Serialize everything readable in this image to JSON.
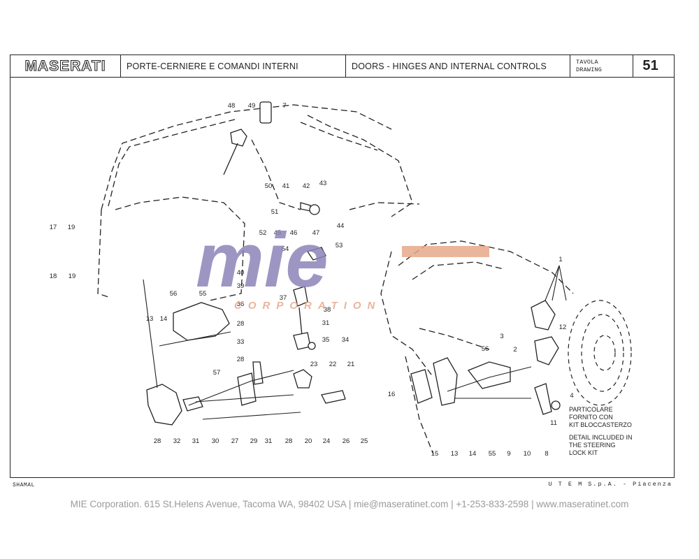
{
  "header": {
    "logo": "MASERATI",
    "title_it": "PORTE-CERNIERE E COMANDI INTERNI",
    "title_en": "DOORS - HINGES AND INTERNAL CONTROLS",
    "table_label_it": "TAVOLA",
    "table_label_en": "DRAWING",
    "table_number": "51"
  },
  "footer": {
    "model": "SHAMAL",
    "publisher": "U T E M  S.p.A. - Piacenza",
    "contact": "MIE Corporation. 615 St.Helens Avenue, Tacoma WA, 98402 USA  |  mie@maseratinet.com  |   +1-253-833-2598   |  www.maseratinet.com"
  },
  "watermark": {
    "brand": "mie",
    "sub": "CORPORATION",
    "color_main": "#8c84b8",
    "color_accent": "#e6a98a"
  },
  "note": {
    "it_1": "PARTICOLARE",
    "it_2": "FORNITO CON",
    "it_3": "KIT BLOCCASTERZO",
    "en_1": "DETAIL INCLUDED IN",
    "en_2": "THE STEERING",
    "en_3": "LOCK KIT"
  },
  "callouts": [
    "48",
    "49",
    "7",
    "50",
    "41",
    "42",
    "43",
    "51",
    "52",
    "45",
    "46",
    "47",
    "44",
    "17",
    "19",
    "18",
    "19",
    "54",
    "53",
    "40",
    "39",
    "36",
    "37",
    "38",
    "31",
    "28",
    "33",
    "35",
    "34",
    "56",
    "55",
    "14",
    "13",
    "28",
    "57",
    "23",
    "22",
    "21",
    "28",
    "32",
    "31",
    "30",
    "27",
    "29",
    "31",
    "28",
    "20",
    "24",
    "26",
    "25",
    "3",
    "2",
    "12",
    "56",
    "16",
    "15",
    "13",
    "14",
    "55",
    "9",
    "10",
    "8",
    "4",
    "11",
    "1"
  ]
}
